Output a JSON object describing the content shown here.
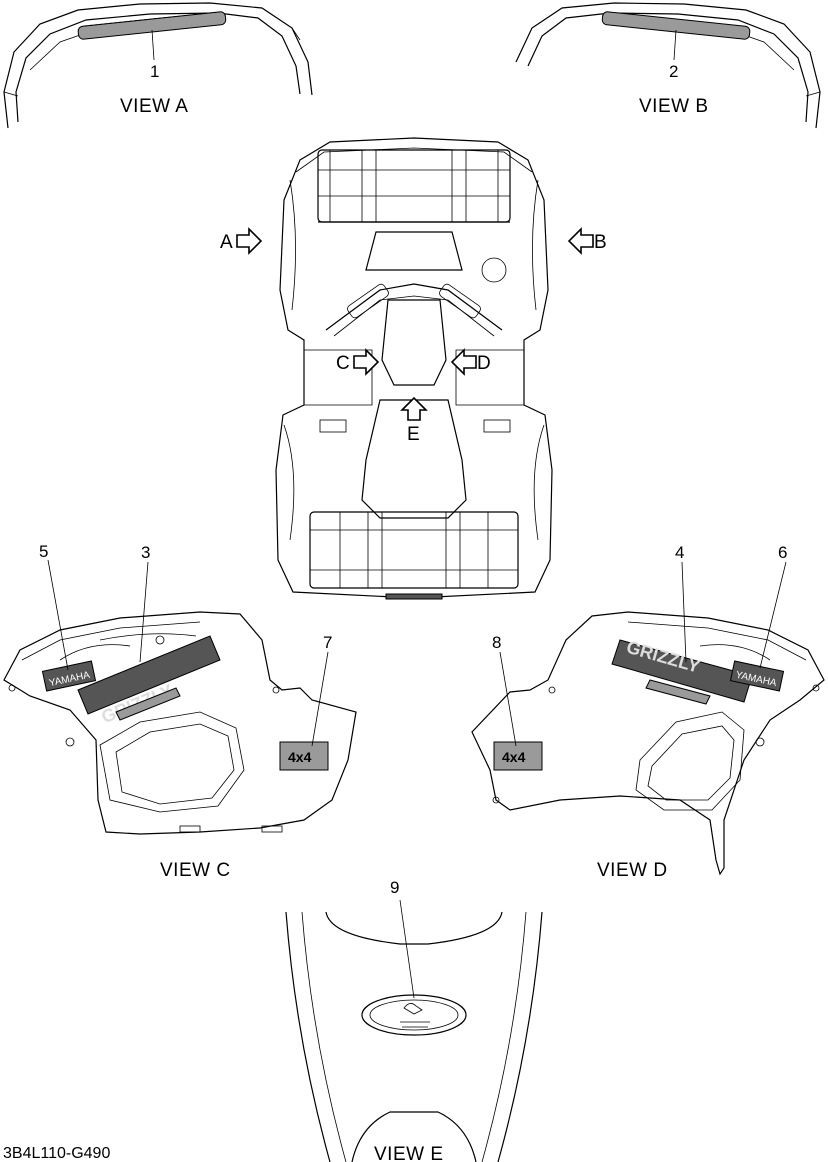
{
  "views": {
    "a": "VIEW A",
    "b": "VIEW B",
    "c": "VIEW C",
    "d": "VIEW D",
    "e": "VIEW E"
  },
  "arrows": {
    "a": "A",
    "b": "B",
    "c": "C",
    "d": "D",
    "e": "E"
  },
  "callouts": [
    "1",
    "2",
    "3",
    "4",
    "5",
    "6",
    "7",
    "8",
    "9"
  ],
  "decals": {
    "brand": "YAMAHA",
    "model": "GRIZZLY",
    "drive": "4x4"
  },
  "diagram_code": "3B4L110-G490"
}
